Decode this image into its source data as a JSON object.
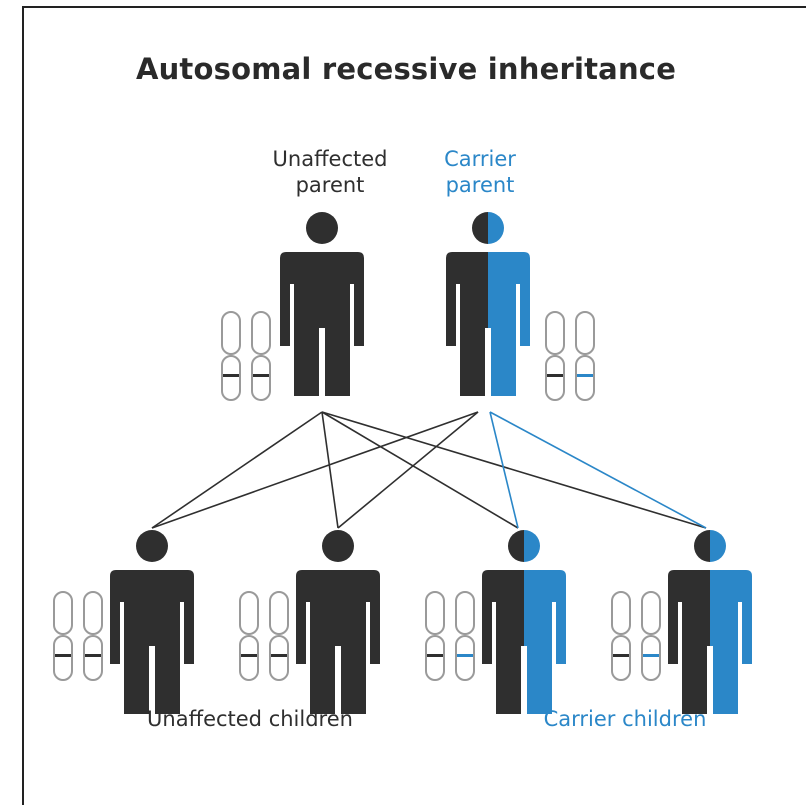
{
  "title": "Autosomal recessive inheritance",
  "parents": {
    "unaffected_label_line1": "Unaffected",
    "unaffected_label_line2": "parent",
    "carrier_label_line1": "Carrier",
    "carrier_label_line2": "parent"
  },
  "children": {
    "unaffected_label": "Unaffected children",
    "carrier_label": "Carrier children"
  },
  "colors": {
    "dark": "#2f2f2f",
    "carrier": "#2b87c8",
    "chromosome_outline": "#9a9a9a"
  }
}
